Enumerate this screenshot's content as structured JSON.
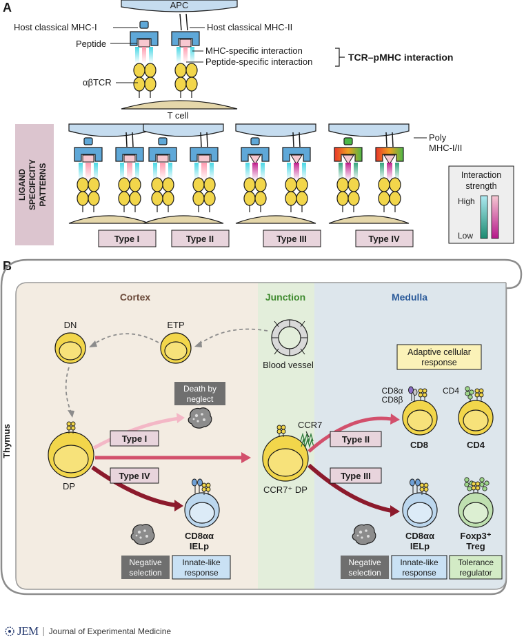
{
  "panel_a": {
    "letter": "A",
    "apc_label": "APC",
    "mhc1_label": "Host classical MHC-I",
    "mhc2_label": "Host classical MHC-II",
    "peptide_label": "Peptide",
    "mhc_interaction_label": "MHC-specific interaction",
    "peptide_interaction_label": "Peptide-specific interaction",
    "tcr_pmhc_label": "TCR–pMHC interaction",
    "abtcr_label": "αβTCR",
    "tcell_label": "T cell",
    "side_label_line1": "LIGAND",
    "side_label_line2": "SPECIFICITY",
    "side_label_line3": "PATTERNS",
    "poly_label_line1": "Poly",
    "poly_label_line2": "MHC-I/II",
    "legend_title_line1": "Interaction",
    "legend_title_line2": "strength",
    "legend_high": "High",
    "legend_low": "Low",
    "types": [
      "Type I",
      "Type II",
      "Type III",
      "Type IV"
    ]
  },
  "panel_b": {
    "letter": "B",
    "thymus_label": "Thymus",
    "cortex_label": "Cortex",
    "junction_label": "Junction",
    "medulla_label": "Medulla",
    "dn_label": "DN",
    "etp_label": "ETP",
    "blood_vessel_label": "Blood vessel",
    "dp_label": "DP",
    "death_label_line1": "Death by",
    "death_label_line2": "neglect",
    "type1": "Type I",
    "type4": "Type IV",
    "type2": "Type II",
    "type3": "Type III",
    "ccr7_label": "CCR7",
    "ccr7dp_label": "CCR7⁺ DP",
    "cd8aa_line1": "CD8αα",
    "cd8aa_line2": "IELp",
    "cd8a_label": "CD8α",
    "cd8b_label": "CD8β",
    "cd4_small": "CD4",
    "cd8_cell": "CD8",
    "cd4_cell": "CD4",
    "foxp3_line1": "Foxp3⁺",
    "foxp3_line2": "Treg",
    "adaptive_line1": "Adaptive cellular",
    "adaptive_line2": "response",
    "negative_line1": "Negative",
    "negative_line2": "selection",
    "innate_line1": "Innate-like",
    "innate_line2": "response",
    "tolerance_line1": "Tolerance",
    "tolerance_line2": "regulator"
  },
  "footer": {
    "brand": "JEM",
    "journal": "Journal of Experimental Medicine"
  },
  "colors": {
    "mhc_blue": "#5fa8d8",
    "tcr_yellow": "#f2d64b",
    "peptide_red": "#e05a6a",
    "cortex_bg": "#f3ece2",
    "junction_bg": "#e3eedb",
    "medulla_bg": "#dde6ec",
    "type_box": "#e8d4dc",
    "arrow_dark": "#8c1a2c"
  }
}
